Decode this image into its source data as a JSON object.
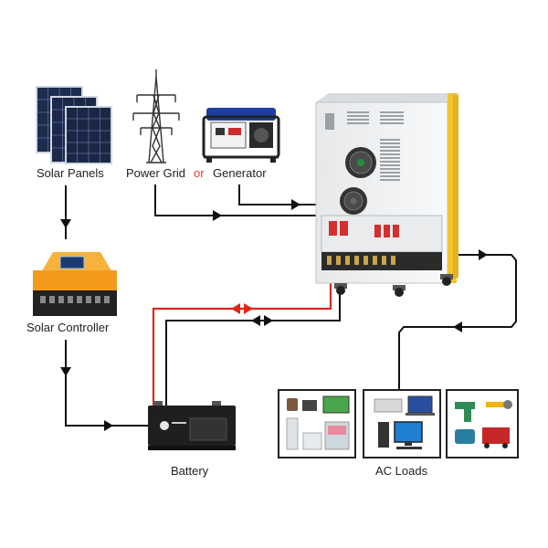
{
  "labels": {
    "solar_panels": "Solar Panels",
    "power_grid": "Power Grid",
    "or": "or",
    "generator": "Generator",
    "solar_controller": "Solar Controller",
    "battery": "Battery",
    "ac_loads": "AC Loads"
  },
  "colors": {
    "wire": "#111111",
    "wire_battery_positive": "#e0261b",
    "or_text": "#e23a2a",
    "controller_orange": "#f39a1d",
    "inverter_body": "#f1f2f3",
    "inverter_accent": "#f2c230",
    "panel_blue": "#1d2b4f",
    "generator_blue": "#1e3fa0",
    "breaker_red": "#d32f2f"
  },
  "icons": [
    "solar-panel-icon",
    "transmission-tower-icon",
    "generator-icon",
    "charge-controller-icon",
    "inverter-cabinet-icon",
    "battery-icon",
    "home-appliances-icon",
    "office-equipment-icon",
    "power-tools-icon"
  ]
}
